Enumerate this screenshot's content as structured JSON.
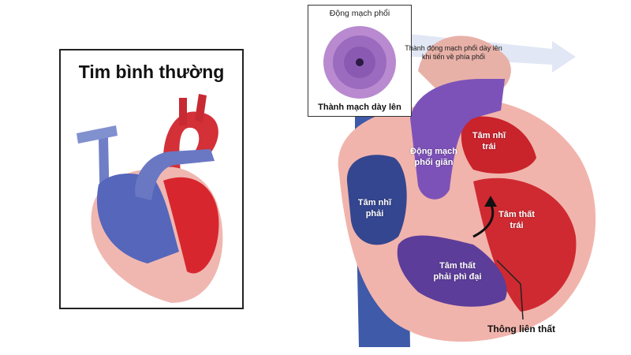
{
  "normal_heart": {
    "title": "Tim bình thường"
  },
  "inset": {
    "top_label": "Động mạch phổi",
    "bottom_label": "Thành mạch dày lên",
    "arrow_text_line1": "Thành động mạch phổi dày lên",
    "arrow_text_line2": "khi tiến về phía phổi"
  },
  "labels": {
    "left_atrium_line1": "Tâm nhĩ",
    "left_atrium_line2": "trái",
    "pulmonary_artery_line1": "Động mạch",
    "pulmonary_artery_line2": "phổi giãn",
    "right_atrium_line1": "Tâm nhĩ",
    "right_atrium_line2": "phải",
    "left_ventricle_line1": "Tâm thất",
    "left_ventricle_line2": "trái",
    "right_ventricle_line1": "Tâm thất",
    "right_ventricle_line2": "phải phì đại",
    "vsd": "Thông liên thất"
  },
  "colors": {
    "blood_red": "#d8262f",
    "blood_blue": "#4a5bb0",
    "muscle_pink": "#f2b3ac",
    "vessel_purple": "#7d52b8"
  }
}
